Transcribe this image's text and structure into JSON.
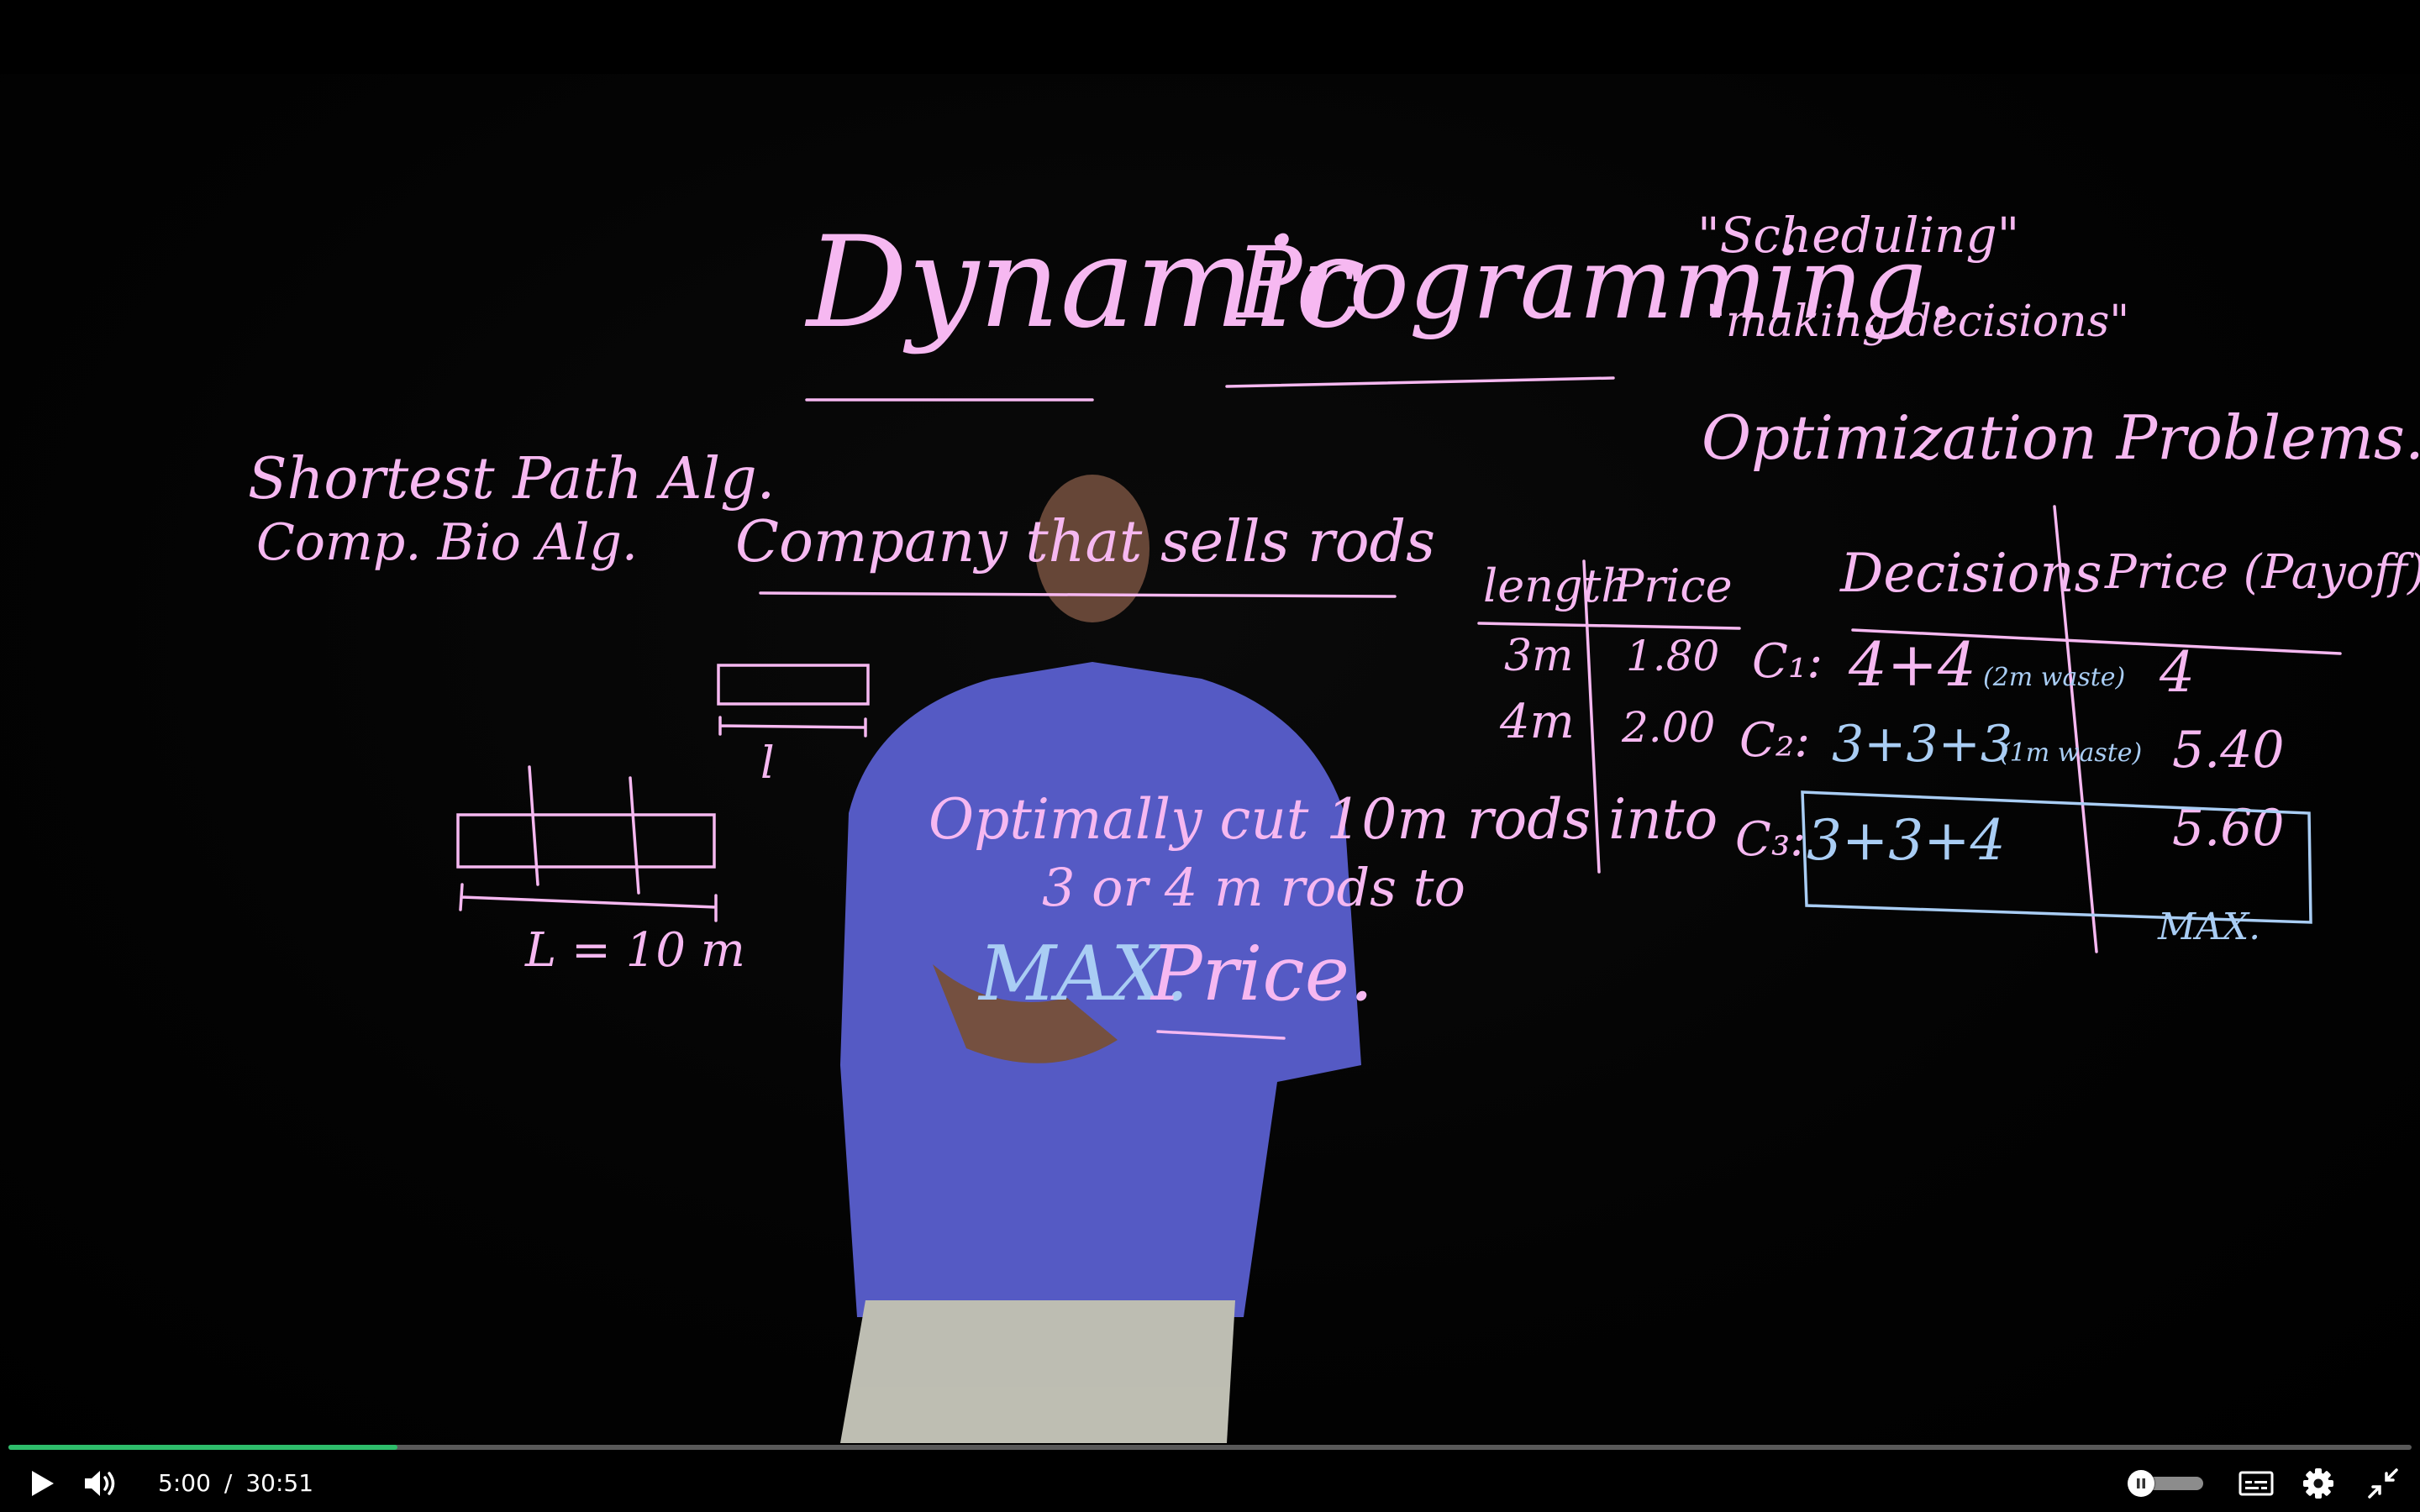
{
  "board": {
    "title_left": "Dynamic",
    "title_right": "Programming.",
    "note_scheduling": "\"Scheduling\"",
    "note_decisions": "\"making decisions\"",
    "note_optimization": "Optimization Problems.",
    "left_notes": [
      "Shortest Path Alg.",
      "Comp. Bio Alg."
    ],
    "company_line": "Company that sells rods",
    "rod_label_small": "l",
    "rod_label_big": "L = 10 m",
    "task_lines": [
      "Optimally cut 10m rods into",
      "3 or 4 m rods to"
    ],
    "task_max": "MAX.",
    "task_price": "Price.",
    "price_table": {
      "headers": [
        "length",
        "Price"
      ],
      "rows": [
        [
          "3m",
          "1.80"
        ],
        [
          "4m",
          "2.00"
        ]
      ]
    },
    "decision_table": {
      "headers": [
        "Decisions",
        "Price (Payoff)"
      ],
      "rows": [
        {
          "label": "C₁:",
          "decision": "4+4",
          "note": "(2m waste)",
          "price": "4"
        },
        {
          "label": "C₂:",
          "decision": "3+3+3",
          "note": "(1m waste)",
          "price": "5.40"
        },
        {
          "label": "C₃:",
          "decision": "3+3+4",
          "note": "",
          "price": "5.60"
        }
      ],
      "footer": "MAX."
    }
  },
  "player": {
    "current_time": "5:00",
    "time_separator": "/",
    "duration": "30:51",
    "progress": 0.162,
    "accent_color": "#2ebd6b",
    "icons": [
      "play-icon",
      "volume-icon",
      "autoplay-pause-icon",
      "captions-icon",
      "settings-gear-icon",
      "exit-fullscreen-icon"
    ]
  }
}
